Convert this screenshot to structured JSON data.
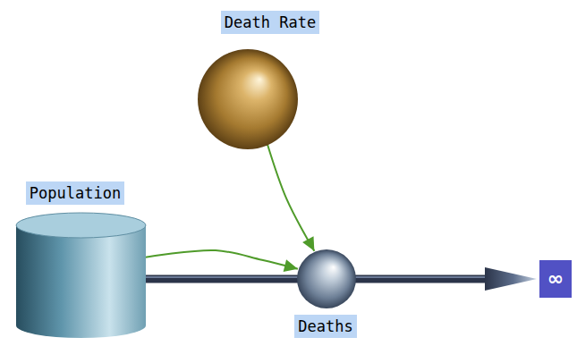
{
  "diagram": {
    "nodes": [
      {
        "text": [
          "Death Rate"
        ]
      },
      {
        "text": [
          "Population"
        ]
      },
      {
        "text": [
          "Deaths"
        ]
      },
      {
        "text": [
          "∞"
        ]
      }
    ],
    "edges": [
      {
        "from": 0,
        "to": 2,
        "arrow": "to"
      },
      {
        "from": 1,
        "to": 2,
        "arrow": "to"
      },
      {
        "from": 1,
        "to": 2,
        "arrow": "none"
      },
      {
        "from": 2,
        "to": 3,
        "arrow": "to"
      }
    ]
  }
}
